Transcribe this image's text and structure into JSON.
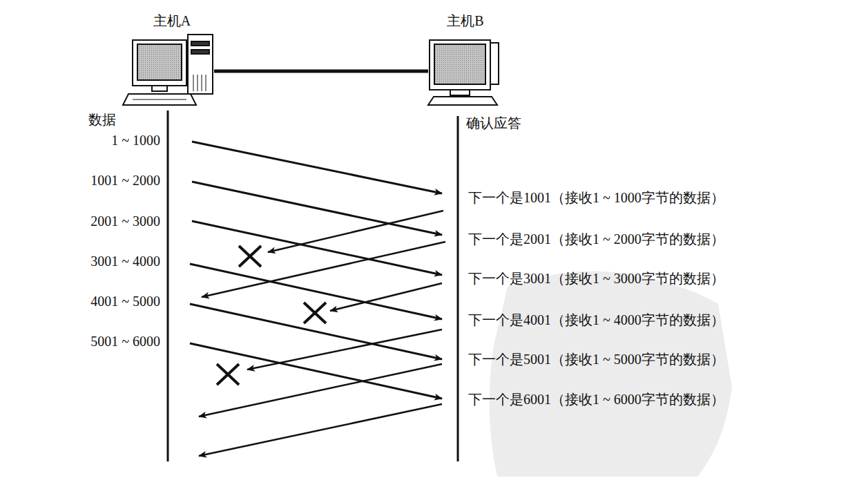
{
  "diagram": {
    "nodes": [
      {
        "text": [
          "主机A"
        ]
      },
      {
        "text": [
          "主机B"
        ]
      }
    ],
    "edges": [
      {
        "from": 0,
        "to": 1,
        "arrow": "none"
      }
    ],
    "labels": [
      "数据",
      "1 ~ 1000",
      "1001 ~ 2000",
      "2001 ~ 3000",
      "3001 ~ 4000",
      "4001 ~ 5000",
      "5001 ~ 6000",
      "确认应答",
      "下一个是1001（接收1 ~ 1000字节的数据）",
      "下一个是2001（接收1 ~ 2000字节的数据）",
      "下一个是3001（接收1 ~ 3000字节的数据）",
      "下一个是4001（接收1 ~ 4000字节的数据）",
      "下一个是5001（接收1 ~ 5000字节的数据）",
      "下一个是6001（接收1 ~ 6000字节的数据）"
    ]
  }
}
